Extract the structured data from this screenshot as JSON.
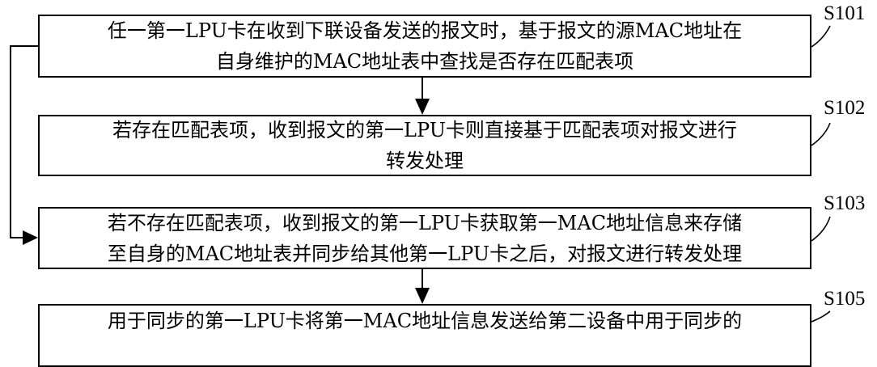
{
  "steps": [
    {
      "id": "S101",
      "lines": [
        "任一第一LPU卡在收到下联设备发送的报文时，基于报文的源MAC地址在",
        "自身维护的MAC地址表中查找是否存在匹配表项"
      ]
    },
    {
      "id": "S102",
      "lines": [
        "若存在匹配表项，收到报文的第一LPU卡则直接基于匹配表项对报文进行",
        "转发处理"
      ]
    },
    {
      "id": "S103",
      "lines": [
        "若不存在匹配表项，收到报文的第一LPU卡获取第一MAC地址信息来存储",
        "至自身的MAC地址表并同步给其他第一LPU卡之后，对报文进行转发处理"
      ]
    },
    {
      "id": "S105",
      "lines": [
        "用于同步的第一LPU卡将第一MAC地址信息发送给第二设备中用于同步的"
      ]
    }
  ]
}
